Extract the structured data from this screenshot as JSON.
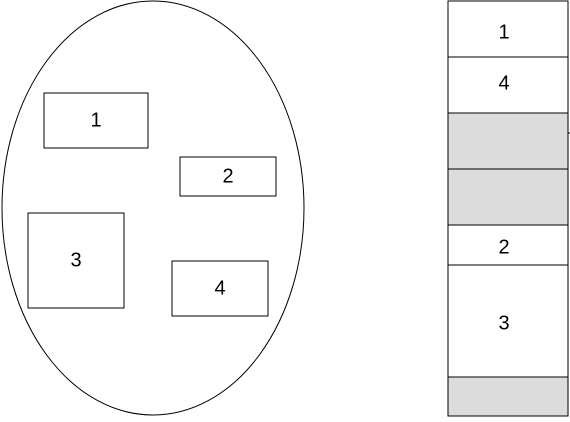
{
  "colors": {
    "stroke": "#000000",
    "background": "#ffffff",
    "free_block": "#dcdcdc"
  },
  "pool": {
    "name": "oval-pool",
    "items": [
      {
        "id": "item-1",
        "label": "1"
      },
      {
        "id": "item-2",
        "label": "2"
      },
      {
        "id": "item-3",
        "label": "3"
      },
      {
        "id": "item-4",
        "label": "4"
      }
    ]
  },
  "column": {
    "name": "stacked-column",
    "segments": [
      {
        "id": "segment-1",
        "label": "1",
        "free": false
      },
      {
        "id": "segment-4",
        "label": "4",
        "free": false
      },
      {
        "id": "segment-free-a",
        "label": "",
        "free": true
      },
      {
        "id": "segment-free-b",
        "label": "",
        "free": true
      },
      {
        "id": "segment-2",
        "label": "2",
        "free": false
      },
      {
        "id": "segment-3",
        "label": "3",
        "free": false
      },
      {
        "id": "segment-free-c",
        "label": "",
        "free": true
      }
    ]
  }
}
